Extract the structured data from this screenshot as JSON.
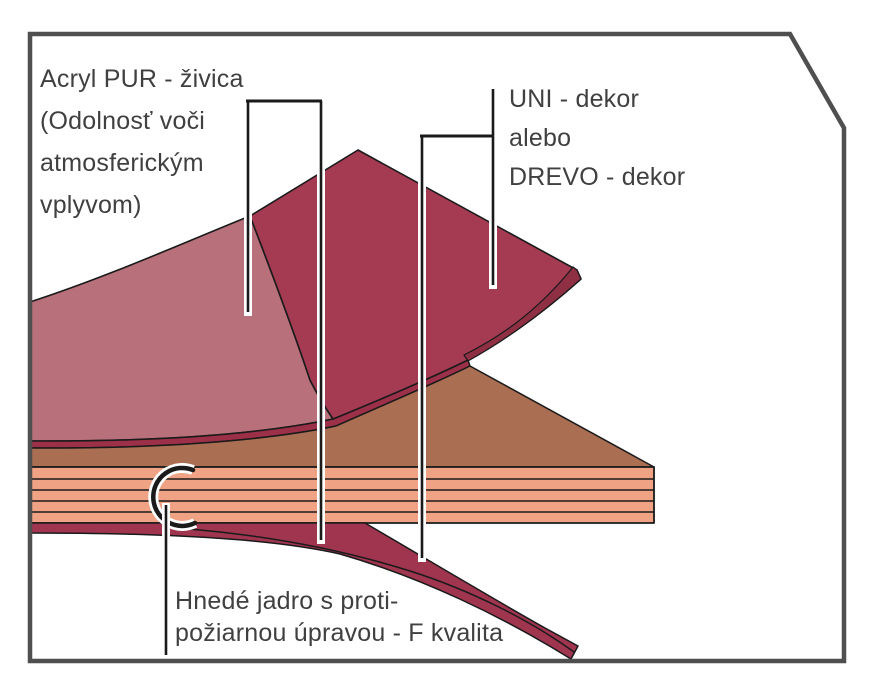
{
  "frame": {
    "border_color": "#4f4f4f"
  },
  "labels": {
    "acryl": {
      "line1": "Acryl PUR - živica",
      "line2": "(Odolnosť voči",
      "line3": "atmosferickým",
      "line4": "vplyvom)"
    },
    "uni": {
      "line1": "UNI - dekor",
      "line2": "alebo",
      "line3": "DREVO - dekor"
    },
    "core": {
      "line1": "Hnedé jadro s proti-",
      "line2": "požiarnou úpravou - F kvalita"
    }
  },
  "colors": {
    "acryl_layer": "#b8707a",
    "decor_layer": "#a53b52",
    "decor_edge": "#8e2f44",
    "decor_strip": "#9c3049",
    "brown_ply": "#aa6e53",
    "core_stripe": "#f0a384",
    "bottom_curl": "#a03550",
    "outline": "#1a1a1a",
    "text": "#404040"
  }
}
